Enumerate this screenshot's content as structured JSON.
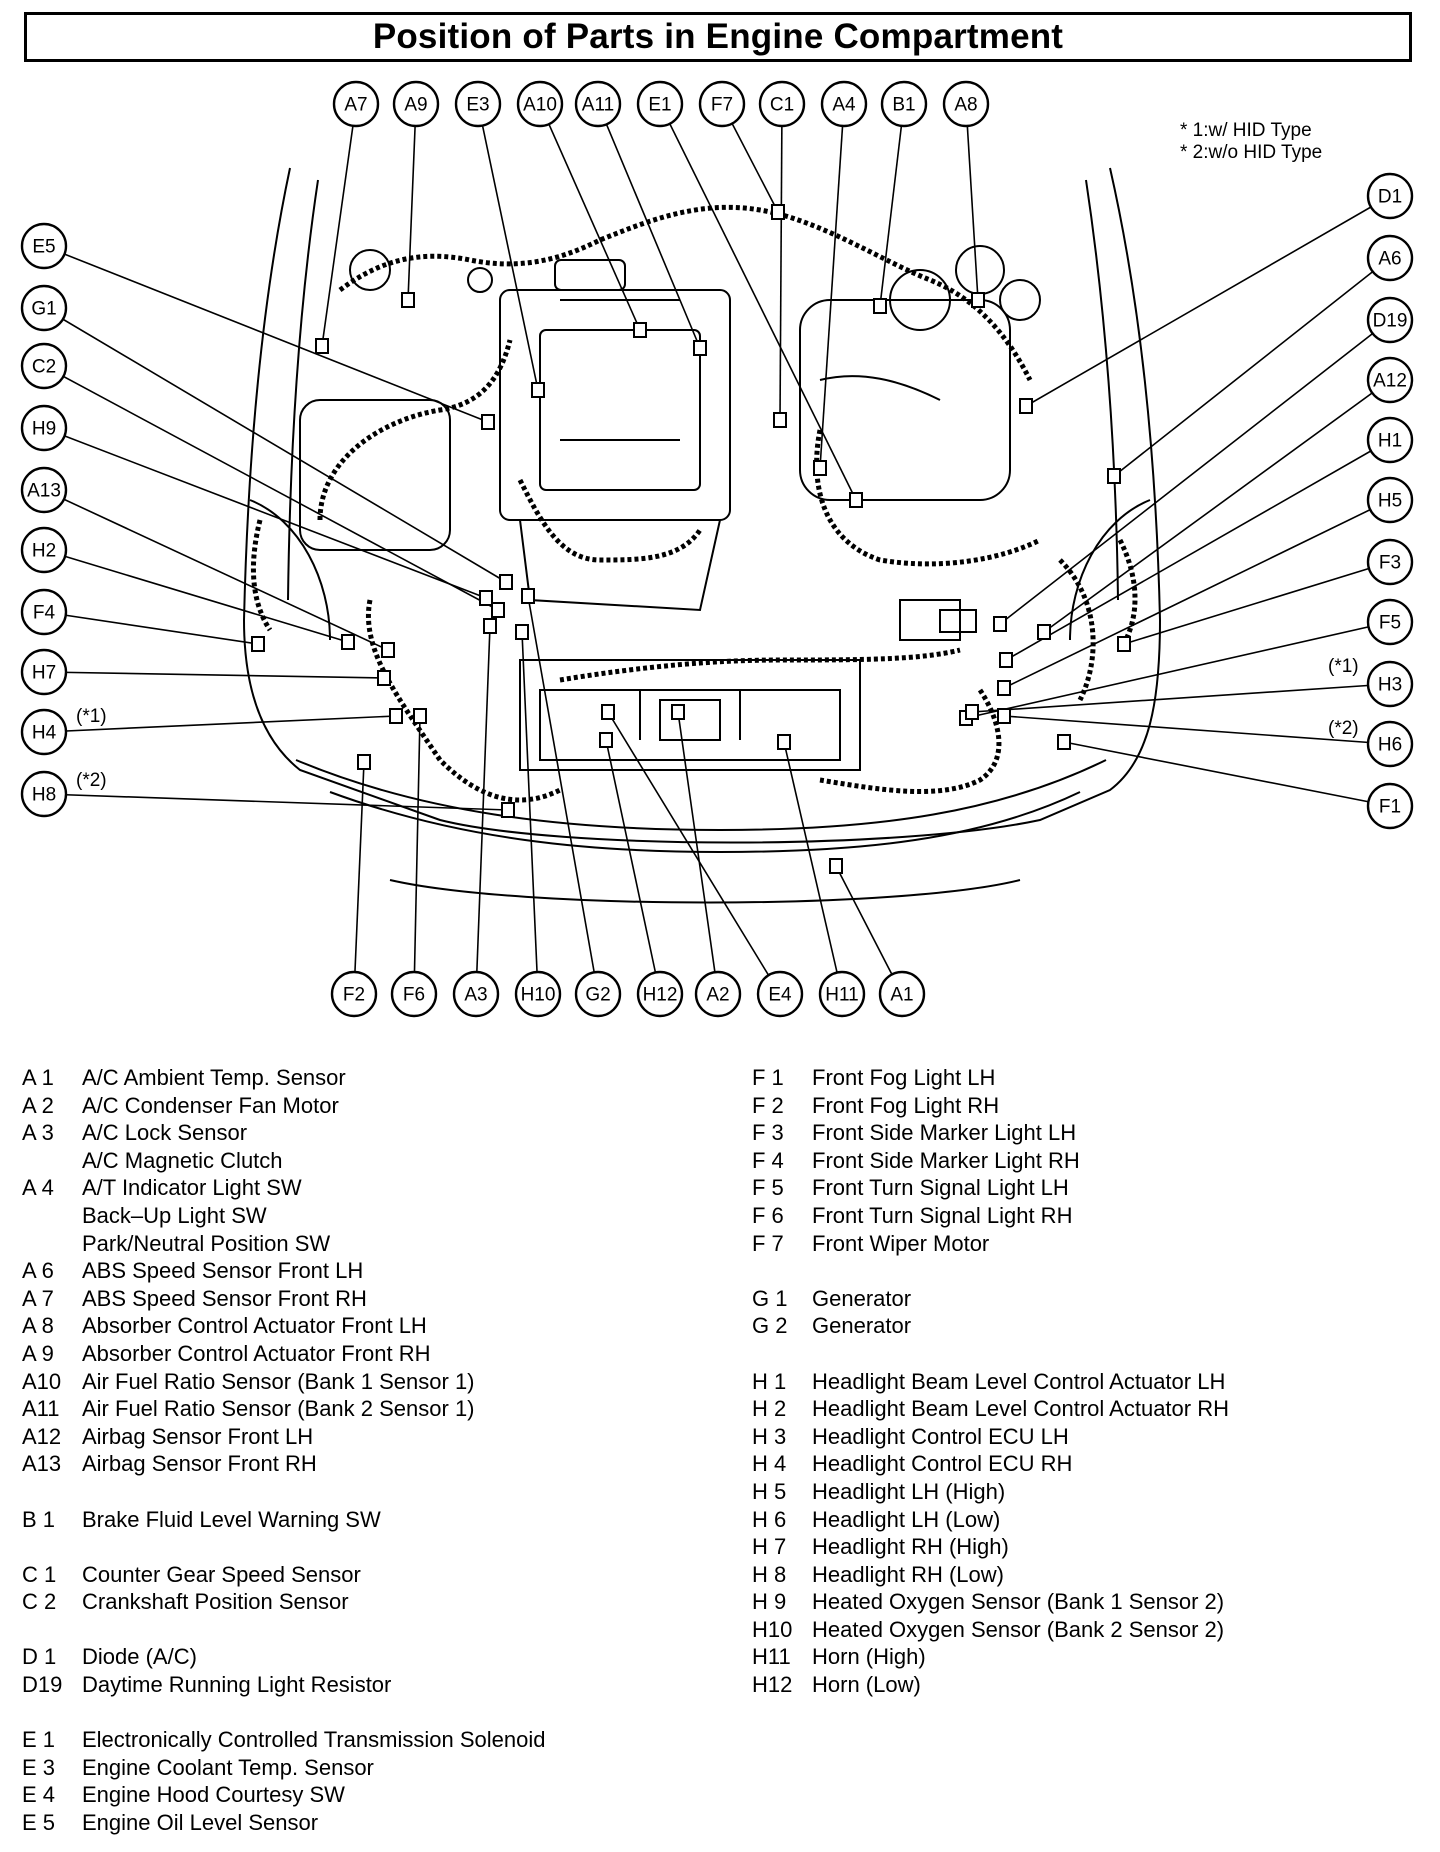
{
  "title": "Position of Parts in Engine Compartment",
  "notes": [
    "* 1:w/ HID Type",
    "* 2:w/o HID Type"
  ],
  "callout_tags": [
    "(*1)",
    "(*2)",
    "(*1)",
    "(*2)"
  ],
  "callouts": [
    {
      "id": "A7",
      "target": [
        322,
        346
      ]
    },
    {
      "id": "A9",
      "target": [
        408,
        300
      ]
    },
    {
      "id": "E3",
      "target": [
        538,
        390
      ]
    },
    {
      "id": "A10",
      "target": [
        640,
        330
      ]
    },
    {
      "id": "A11",
      "target": [
        700,
        348
      ]
    },
    {
      "id": "E1",
      "target": [
        856,
        500
      ]
    },
    {
      "id": "F7",
      "target": [
        778,
        212
      ]
    },
    {
      "id": "C1",
      "target": [
        780,
        420
      ]
    },
    {
      "id": "A4",
      "target": [
        820,
        468
      ]
    },
    {
      "id": "B1",
      "target": [
        880,
        306
      ]
    },
    {
      "id": "A8",
      "target": [
        978,
        300
      ]
    },
    {
      "id": "D1",
      "target": [
        1026,
        406
      ]
    },
    {
      "id": "A6",
      "target": [
        1114,
        476
      ]
    },
    {
      "id": "D19",
      "target": [
        1000,
        624
      ]
    },
    {
      "id": "A12",
      "target": [
        1044,
        632
      ]
    },
    {
      "id": "H1",
      "target": [
        1006,
        660
      ]
    },
    {
      "id": "H5",
      "target": [
        1004,
        688
      ]
    },
    {
      "id": "F3",
      "target": [
        1124,
        644
      ]
    },
    {
      "id": "F5",
      "target": [
        966,
        718
      ]
    },
    {
      "id": "H3",
      "target": [
        972,
        712
      ]
    },
    {
      "id": "H6",
      "target": [
        1004,
        716
      ]
    },
    {
      "id": "F1",
      "target": [
        1064,
        742
      ]
    },
    {
      "id": "E5",
      "target": [
        488,
        422
      ]
    },
    {
      "id": "G1",
      "target": [
        506,
        582
      ]
    },
    {
      "id": "C2",
      "target": [
        498,
        610
      ]
    },
    {
      "id": "H9",
      "target": [
        486,
        598
      ]
    },
    {
      "id": "A13",
      "target": [
        388,
        650
      ]
    },
    {
      "id": "H2",
      "target": [
        348,
        642
      ]
    },
    {
      "id": "F4",
      "target": [
        258,
        644
      ]
    },
    {
      "id": "H7",
      "target": [
        384,
        678
      ]
    },
    {
      "id": "H4",
      "target": [
        396,
        716
      ]
    },
    {
      "id": "H8",
      "target": [
        508,
        810
      ]
    },
    {
      "id": "F2",
      "target": [
        364,
        762
      ]
    },
    {
      "id": "F6",
      "target": [
        420,
        716
      ]
    },
    {
      "id": "A3",
      "target": [
        490,
        626
      ]
    },
    {
      "id": "H10",
      "target": [
        522,
        632
      ]
    },
    {
      "id": "G2",
      "target": [
        528,
        596
      ]
    },
    {
      "id": "H12",
      "target": [
        606,
        740
      ]
    },
    {
      "id": "A2",
      "target": [
        678,
        712
      ]
    },
    {
      "id": "E4",
      "target": [
        608,
        712
      ]
    },
    {
      "id": "H11",
      "target": [
        784,
        742
      ]
    },
    {
      "id": "A1",
      "target": [
        836,
        866
      ]
    }
  ],
  "legend_left": [
    {
      "code": "A  1",
      "desc": "A/C Ambient Temp. Sensor"
    },
    {
      "code": "A  2",
      "desc": "A/C Condenser Fan Motor"
    },
    {
      "code": "A  3",
      "desc": "A/C Lock Sensor"
    },
    {
      "code": "",
      "desc": "A/C Magnetic Clutch"
    },
    {
      "code": "A  4",
      "desc": "A/T Indicator Light SW"
    },
    {
      "code": "",
      "desc": "Back–Up Light SW"
    },
    {
      "code": "",
      "desc": "Park/Neutral Position SW"
    },
    {
      "code": "A  6",
      "desc": "ABS Speed Sensor Front LH"
    },
    {
      "code": "A  7",
      "desc": "ABS Speed Sensor Front RH"
    },
    {
      "code": "A  8",
      "desc": "Absorber Control Actuator Front LH"
    },
    {
      "code": "A  9",
      "desc": "Absorber Control Actuator Front RH"
    },
    {
      "code": "A10",
      "desc": "Air Fuel Ratio Sensor (Bank 1 Sensor 1)"
    },
    {
      "code": "A11",
      "desc": "Air Fuel Ratio Sensor (Bank 2 Sensor 1)"
    },
    {
      "code": "A12",
      "desc": "Airbag Sensor Front LH"
    },
    {
      "code": "A13",
      "desc": "Airbag Sensor Front RH"
    },
    {
      "code": "",
      "desc": ""
    },
    {
      "code": "B  1",
      "desc": "Brake Fluid Level Warning SW"
    },
    {
      "code": "",
      "desc": ""
    },
    {
      "code": "C  1",
      "desc": "Counter Gear Speed Sensor"
    },
    {
      "code": "C  2",
      "desc": "Crankshaft Position Sensor"
    },
    {
      "code": "",
      "desc": ""
    },
    {
      "code": "D  1",
      "desc": "Diode (A/C)"
    },
    {
      "code": "D19",
      "desc": "Daytime Running Light Resistor"
    },
    {
      "code": "",
      "desc": ""
    },
    {
      "code": "E  1",
      "desc": "Electronically Controlled Transmission Solenoid"
    },
    {
      "code": "E  3",
      "desc": "Engine Coolant Temp. Sensor"
    },
    {
      "code": "E  4",
      "desc": "Engine Hood Courtesy SW"
    },
    {
      "code": "E  5",
      "desc": "Engine Oil Level Sensor"
    }
  ],
  "legend_right": [
    {
      "code": "F  1",
      "desc": "Front Fog Light LH"
    },
    {
      "code": "F  2",
      "desc": "Front Fog Light RH"
    },
    {
      "code": "F  3",
      "desc": "Front Side Marker Light LH"
    },
    {
      "code": "F  4",
      "desc": "Front Side Marker Light RH"
    },
    {
      "code": "F  5",
      "desc": "Front Turn Signal Light LH"
    },
    {
      "code": "F  6",
      "desc": "Front Turn Signal Light RH"
    },
    {
      "code": "F  7",
      "desc": "Front Wiper Motor"
    },
    {
      "code": "",
      "desc": ""
    },
    {
      "code": "G  1",
      "desc": "Generator"
    },
    {
      "code": "G  2",
      "desc": "Generator"
    },
    {
      "code": "",
      "desc": ""
    },
    {
      "code": "H  1",
      "desc": "Headlight Beam Level Control Actuator LH"
    },
    {
      "code": "H  2",
      "desc": "Headlight Beam Level Control Actuator RH"
    },
    {
      "code": "H  3",
      "desc": "Headlight Control ECU LH"
    },
    {
      "code": "H  4",
      "desc": "Headlight Control ECU RH"
    },
    {
      "code": "H  5",
      "desc": "Headlight LH (High)"
    },
    {
      "code": "H  6",
      "desc": "Headlight LH (Low)"
    },
    {
      "code": "H  7",
      "desc": "Headlight RH (High)"
    },
    {
      "code": "H  8",
      "desc": "Headlight RH (Low)"
    },
    {
      "code": "H  9",
      "desc": "Heated Oxygen Sensor (Bank 1 Sensor 2)"
    },
    {
      "code": "H10",
      "desc": "Heated Oxygen Sensor (Bank 2 Sensor 2)"
    },
    {
      "code": "H11",
      "desc": "Horn (High)"
    },
    {
      "code": "H12",
      "desc": "Horn (Low)"
    }
  ]
}
